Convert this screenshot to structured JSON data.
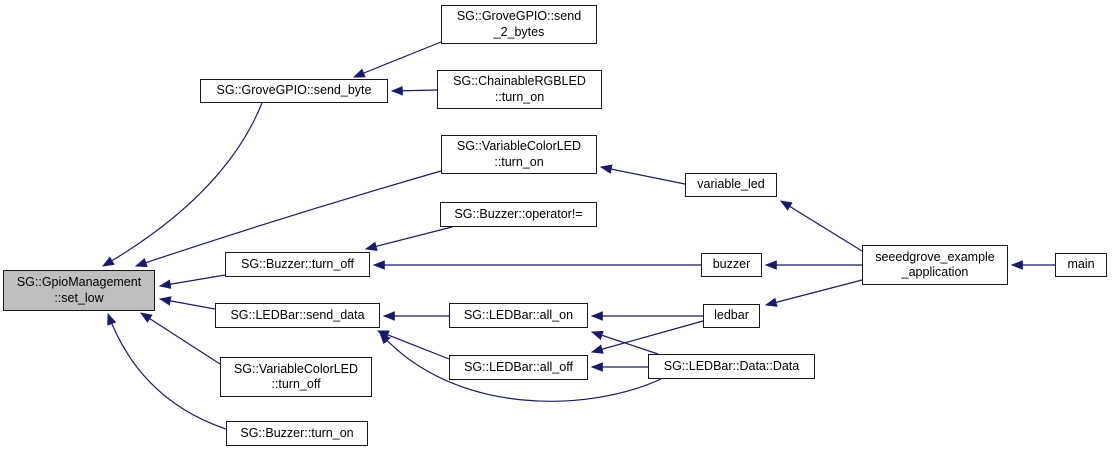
{
  "diagram": {
    "type": "doxygen-caller-graph",
    "colors": {
      "edge": "#191970",
      "node_border": "#1a1a1a",
      "node_fill": "#ffffff",
      "highlight_fill": "#bfbfbf",
      "background": "#ffffff",
      "text": "#000000"
    },
    "nodes": [
      {
        "id": "set_low",
        "label": "SG::GpioManagement\n::set_low",
        "highlighted": true
      },
      {
        "id": "send_byte",
        "label": "SG::GroveGPIO::send_byte",
        "highlighted": false
      },
      {
        "id": "send_2_bytes",
        "label": "SG::GroveGPIO::send\n_2_bytes",
        "highlighted": false
      },
      {
        "id": "chainable_turn_on",
        "label": "SG::ChainableRGBLED\n::turn_on",
        "highlighted": false
      },
      {
        "id": "varled_turn_on",
        "label": "SG::VariableColorLED\n::turn_on",
        "highlighted": false
      },
      {
        "id": "buzzer_operator_neq",
        "label": "SG::Buzzer::operator!=",
        "highlighted": false
      },
      {
        "id": "buzzer_turn_off",
        "label": "SG::Buzzer::turn_off",
        "highlighted": false
      },
      {
        "id": "ledbar_send_data",
        "label": "SG::LEDBar::send_data",
        "highlighted": false
      },
      {
        "id": "ledbar_all_on",
        "label": "SG::LEDBar::all_on",
        "highlighted": false
      },
      {
        "id": "ledbar_all_off",
        "label": "SG::LEDBar::all_off",
        "highlighted": false
      },
      {
        "id": "varled_turn_off",
        "label": "SG::VariableColorLED\n::turn_off",
        "highlighted": false
      },
      {
        "id": "buzzer_turn_on",
        "label": "SG::Buzzer::turn_on",
        "highlighted": false
      },
      {
        "id": "variable_led",
        "label": "variable_led",
        "highlighted": false
      },
      {
        "id": "buzzer",
        "label": "buzzer",
        "highlighted": false
      },
      {
        "id": "ledbar",
        "label": "ledbar",
        "highlighted": false
      },
      {
        "id": "data_data",
        "label": "SG::LEDBar::Data::Data",
        "highlighted": false
      },
      {
        "id": "seeed_app",
        "label": "seeedgrove_example\n_application",
        "highlighted": false
      },
      {
        "id": "main",
        "label": "main",
        "highlighted": false
      }
    ],
    "edges": [
      {
        "from": "send_2_bytes",
        "to": "send_byte"
      },
      {
        "from": "chainable_turn_on",
        "to": "send_byte"
      },
      {
        "from": "send_byte",
        "to": "set_low"
      },
      {
        "from": "varled_turn_on",
        "to": "set_low"
      },
      {
        "from": "variable_led",
        "to": "varled_turn_on"
      },
      {
        "from": "buzzer_operator_neq",
        "to": "buzzer_turn_off"
      },
      {
        "from": "buzzer",
        "to": "buzzer_turn_off"
      },
      {
        "from": "buzzer_turn_off",
        "to": "set_low"
      },
      {
        "from": "ledbar_send_data",
        "to": "set_low"
      },
      {
        "from": "ledbar_all_on",
        "to": "ledbar_send_data"
      },
      {
        "from": "ledbar_all_off",
        "to": "ledbar_send_data"
      },
      {
        "from": "data_data",
        "to": "ledbar_send_data"
      },
      {
        "from": "ledbar",
        "to": "ledbar_all_on"
      },
      {
        "from": "ledbar",
        "to": "ledbar_all_off"
      },
      {
        "from": "data_data",
        "to": "ledbar_all_on"
      },
      {
        "from": "data_data",
        "to": "ledbar_all_off"
      },
      {
        "from": "seeed_app",
        "to": "variable_led"
      },
      {
        "from": "seeed_app",
        "to": "buzzer"
      },
      {
        "from": "seeed_app",
        "to": "ledbar"
      },
      {
        "from": "main",
        "to": "seeed_app"
      },
      {
        "from": "varled_turn_off",
        "to": "set_low"
      },
      {
        "from": "buzzer_turn_on",
        "to": "set_low"
      }
    ]
  }
}
